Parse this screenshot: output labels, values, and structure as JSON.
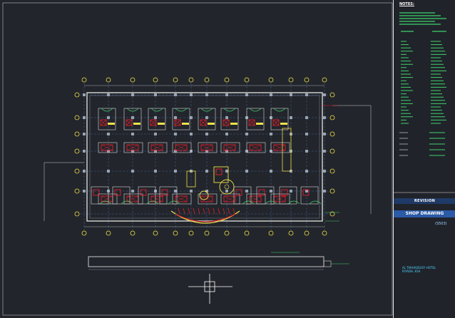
{
  "title_block": {
    "notes_heading": "NOTES:",
    "revision_label": "REVISION",
    "sheet_title": "SHOP DRAWING",
    "drawing_code": "(S503)",
    "project_name": "AL TAKHASSUSY HOTEL",
    "project_location": "RIYADH, KSA"
  },
  "colors": {
    "background": "#22252b",
    "grid_lines": "#4a6fb5",
    "walls": "#d9d9d9",
    "highlight": "#e0202a",
    "accent": "#f2e24a",
    "annotation": "#3fd16b",
    "bubbles": "#f2e24a"
  },
  "icons": [
    "north-crosshair-icon",
    "section-mark-icon"
  ]
}
